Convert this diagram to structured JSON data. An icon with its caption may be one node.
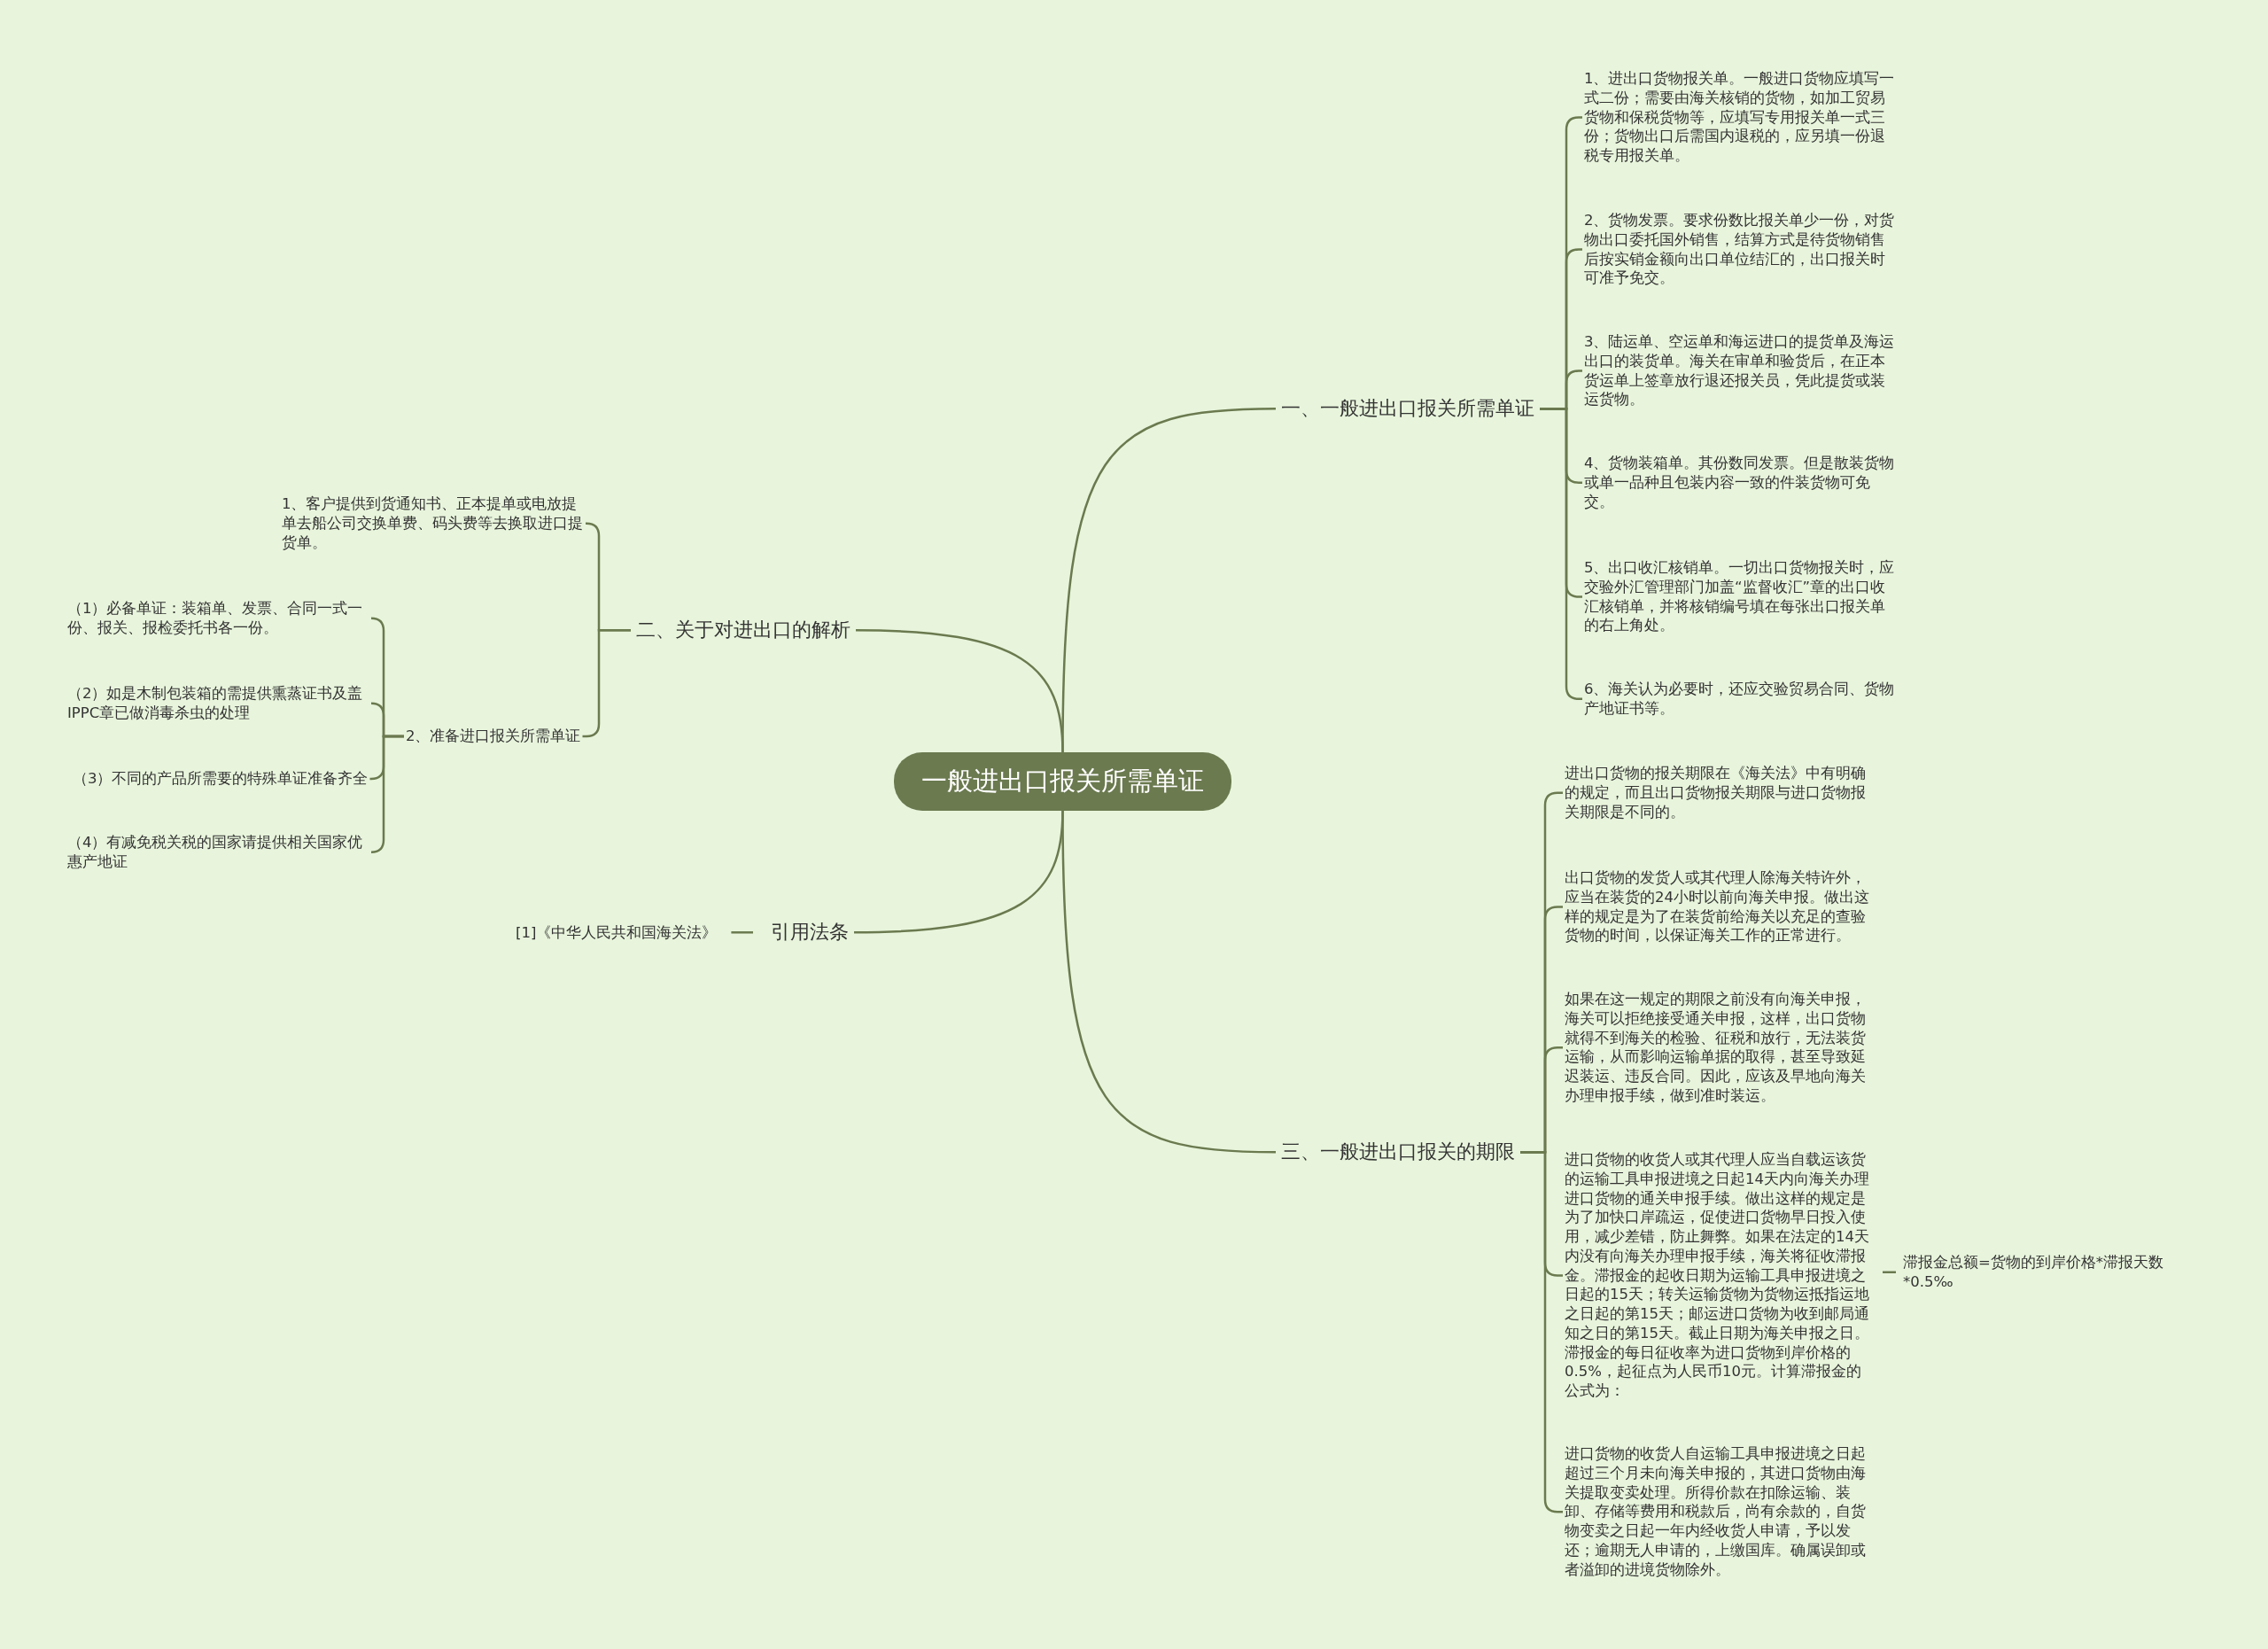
{
  "diagram": {
    "nodes": [
      {
        "text": [
          "一般进出口报关所需单证"
        ]
      },
      {
        "text": [
          "一、一般进出口报关所需单证"
        ]
      },
      {
        "text": [
          "1、进出口货物报关单。一般进口货物应填写一式二份；需要由海关核销的货物，如加工贸易货物和保税货物等，应填写专用报关单一式三份；货物出口后需国内退税的，应另填一份退税专用报关单。"
        ]
      },
      {
        "text": [
          "2、货物发票。要求份数比报关单少一份，对货物出口委托国外销售，结算方式是待货物销售后按实销金额向出口单位结汇的，出口报关时可准予免交。"
        ]
      },
      {
        "text": [
          "3、陆运单、空运单和海运进口的提货单及海运出口的装货单。海关在审单和验货后，在正本货运单上签章放行退还报关员，凭此提货或装运货物。"
        ]
      },
      {
        "text": [
          "4、货物装箱单。其份数同发票。但是散装货物或单一品种且包装内容一致的件装货物可免交。"
        ]
      },
      {
        "text": [
          "5、出口收汇核销单。一切出口货物报关时，应交验外汇管理部门加盖“监督收汇”章的出口收汇核销单，并将核销编号填在每张出口报关单的右上角处。"
        ]
      },
      {
        "text": [
          "6、海关认为必要时，还应交验贸易合同、货物产地证书等。"
        ]
      },
      {
        "text": [
          "三、一般进出口报关的期限"
        ]
      },
      {
        "text": [
          "进出口货物的报关期限在《海关法》中有明确的规定，而且出口货物报关期限与进口货物报关期限是不同的。"
        ]
      },
      {
        "text": [
          "出口货物的发货人或其代理人除海关特许外，应当在装货的24小时以前向海关申报。做出这样的规定是为了在装货前给海关以充足的查验货物的时间，以保证海关工作的正常进行。"
        ]
      },
      {
        "text": [
          "如果在这一规定的期限之前没有向海关申报，海关可以拒绝接受通关申报，这样，出口货物就得不到海关的检验、征税和放行，无法装货运输，从而影响运输单据的取得，甚至导致延迟装运、违反合同。因此，应该及早地向海关办理申报手续，做到准时装运。"
        ]
      },
      {
        "text": [
          "进口货物的收货人或其代理人应当自载运该货的运输工具申报进境之日起14天内向海关办理进口货物的通关申报手续。做出这样的规定是为了加快口岸疏运，促使进口货物早日投入使用，减少差错，防止舞弊。如果在法定的14天内没有向海关办理申报手续，海关将征收滞报金。滞报金的起收日期为运输工具申报进境之日起的15天；转关运输货物为货物运抵指运地之日起的第15天；邮运进口货物为收到邮局通知之日的第15天。截止日期为海关申报之日。滞报金的每日征收率为进口货物到岸价格的0.5%，起征点为人民币10元。计算滞报金的公式为："
        ]
      },
      {
        "text": [
          "进口货物的收货人自运输工具申报进境之日起超过三个月未向海关申报的，其进口货物由海关提取变卖处理。所得价款在扣除运输、装卸、存储等费用和税款后，尚有余款的，自货物变卖之日起一年内经收货人申请，予以发还；逾期无人申请的，上缴国库。确属误卸或者溢卸的进境货物除外。"
        ]
      },
      {
        "text": [
          "滞报金总额=货物的到岸价格*滞报天数*0.5‰"
        ]
      },
      {
        "text": [
          "二、关于对进出口的解析"
        ]
      },
      {
        "text": [
          "1、客户提供到货通知书、正本提单或电放提单去船公司交换单费、码头费等去换取进口提货单。"
        ]
      },
      {
        "text": [
          "2、准备进口报关所需单证"
        ]
      },
      {
        "text": [
          "（1）必备单证：装箱单、发票、合同一式一份、报关、报检委托书各一份。"
        ]
      },
      {
        "text": [
          "（2）如是木制包装箱的需提供熏蒸证书及盖IPPC章已做消毒杀虫的处理"
        ]
      },
      {
        "text": [
          "（3）不同的产品所需要的特殊单证准备齐全"
        ]
      },
      {
        "text": [
          "（4）有减免税关税的国家请提供相关国家优惠产地证"
        ]
      },
      {
        "text": [
          "引用法条"
        ]
      },
      {
        "text": [
          "[1]《中华人民共和国海关法》"
        ]
      }
    ],
    "edges": [
      {
        "from": 0,
        "to": 1,
        "arrow": "none"
      },
      {
        "from": 0,
        "to": 8,
        "arrow": "none"
      },
      {
        "from": 0,
        "to": 15,
        "arrow": "none"
      },
      {
        "from": 0,
        "to": 22,
        "arrow": "none"
      },
      {
        "from": 1,
        "to": 2,
        "arrow": "none"
      },
      {
        "from": 1,
        "to": 3,
        "arrow": "none"
      },
      {
        "from": 1,
        "to": 4,
        "arrow": "none"
      },
      {
        "from": 1,
        "to": 5,
        "arrow": "none"
      },
      {
        "from": 1,
        "to": 6,
        "arrow": "none"
      },
      {
        "from": 1,
        "to": 7,
        "arrow": "none"
      },
      {
        "from": 8,
        "to": 9,
        "arrow": "none"
      },
      {
        "from": 8,
        "to": 10,
        "arrow": "none"
      },
      {
        "from": 8,
        "to": 11,
        "arrow": "none"
      },
      {
        "from": 8,
        "to": 12,
        "arrow": "none"
      },
      {
        "from": 8,
        "to": 13,
        "arrow": "none"
      },
      {
        "from": 12,
        "to": 14,
        "arrow": "none"
      },
      {
        "from": 15,
        "to": 16,
        "arrow": "none"
      },
      {
        "from": 15,
        "to": 17,
        "arrow": "none"
      },
      {
        "from": 17,
        "to": 18,
        "arrow": "none"
      },
      {
        "from": 17,
        "to": 19,
        "arrow": "none"
      },
      {
        "from": 17,
        "to": 20,
        "arrow": "none"
      },
      {
        "from": 17,
        "to": 21,
        "arrow": "none"
      },
      {
        "from": 22,
        "to": 23,
        "arrow": "none"
      }
    ]
  }
}
